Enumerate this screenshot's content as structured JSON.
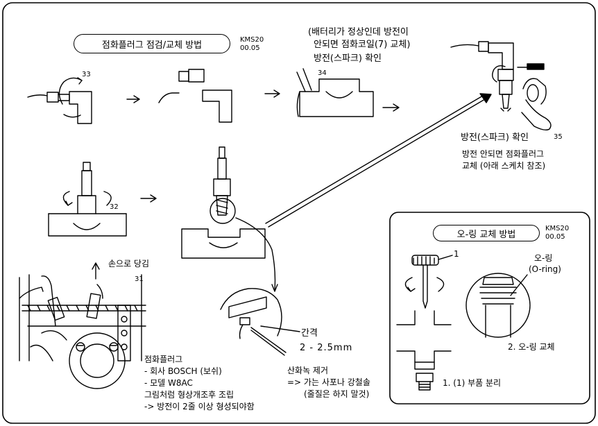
{
  "main_title": "점화플러그 점검/교체 방법",
  "main_code": [
    "KMS20",
    "00.05"
  ],
  "note_battery": [
    "(배터리가 정상인데 방전이",
    "안되면 점화코일(7) 교체)"
  ],
  "label_spark_top": "방전(스파크) 확인",
  "label_spark_right": "방전(스파크) 확인",
  "label_no_spark": [
    "방전 안되면 점화플러그",
    "교체 (아래 스케치 참조)"
  ],
  "label_pull_by_hand": "손으로 당김",
  "numbers": {
    "n33": "33",
    "n34": "34",
    "n35": "35",
    "n32": "32",
    "n31": "31",
    "n1": "1"
  },
  "gap_label": "간격",
  "gap_value": "2 - 2.5mm",
  "oxide": [
    "산화녹 제거",
    "=> 가는 사포나 강철솔",
    "(줄질은 하지 말것)"
  ],
  "plug_spec": [
    "점화플러그",
    "- 회사 BOSCH (보쉬)",
    "- 모델 W8AC",
    "그림처럼 형상개조후 조립",
    "-> 방전이 2줄 이상 형성되야함"
  ],
  "oring_title": "오-링 교체 방법",
  "oring_code": [
    "KMS20",
    "00.05"
  ],
  "oring_label": [
    "오-링",
    "(O-ring)"
  ],
  "step1": "1. (1)  부품 분리",
  "step2": "2.  오-링 교체"
}
